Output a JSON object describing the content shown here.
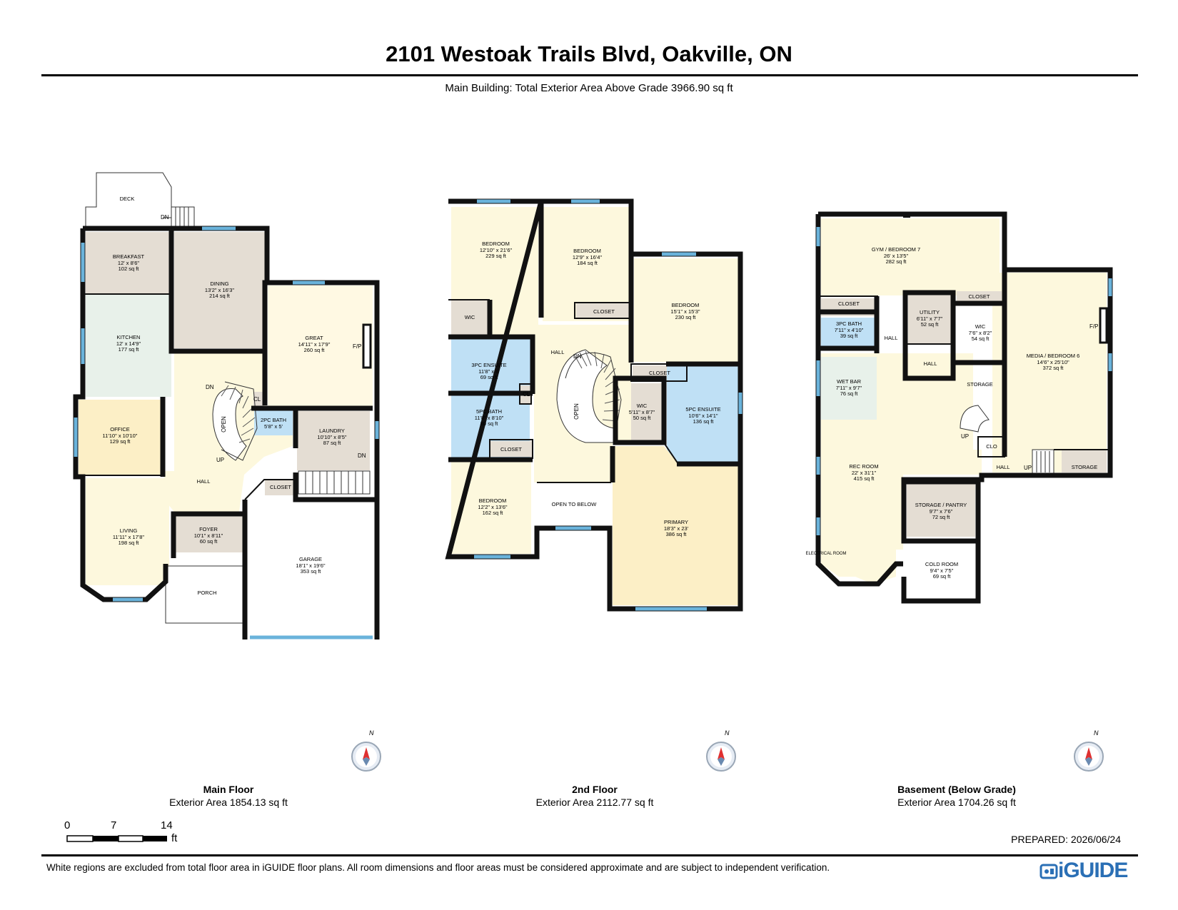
{
  "header": {
    "title": "2101 Westoak Trails Blvd, Oakville, ON",
    "subtitle": "Main Building: Total Exterior Area Above Grade 3966.90 sq ft"
  },
  "colors": {
    "beige": "#fdf8dd",
    "taupe": "#e4ddd3",
    "green": "#e8f1ea",
    "orange": "#fcefc6",
    "blue": "#bfe0f5",
    "cream": "#fff9e3",
    "closet": "#e4ddd3",
    "window": "#6ab3db",
    "wall": "#111111",
    "compass_red": "#e03030"
  },
  "floors": [
    {
      "name": "Main Floor",
      "area": "Exterior Area 1854.13 sq ft",
      "rooms": [
        {
          "name": "DECK",
          "dims": "",
          "area": ""
        },
        {
          "name": "BREAKFAST",
          "dims": "12' x 8'6\"",
          "area": "102 sq ft"
        },
        {
          "name": "DINING",
          "dims": "13'2\" x 16'3\"",
          "area": "214 sq ft"
        },
        {
          "name": "KITCHEN",
          "dims": "12' x 14'9\"",
          "area": "177 sq ft"
        },
        {
          "name": "GREAT",
          "dims": "14'11\" x 17'9\"",
          "area": "260 sq ft"
        },
        {
          "name": "OFFICE",
          "dims": "11'10\" x 10'10\"",
          "area": "129 sq ft"
        },
        {
          "name": "2PC BATH",
          "dims": "5'8\" x 5'",
          "area": ""
        },
        {
          "name": "LAUNDRY",
          "dims": "10'10\" x 8'5\"",
          "area": "87 sq ft"
        },
        {
          "name": "HALL",
          "dims": "",
          "area": ""
        },
        {
          "name": "CLOSET",
          "dims": "",
          "area": ""
        },
        {
          "name": "LIVING",
          "dims": "11'11\" x 17'8\"",
          "area": "198 sq ft"
        },
        {
          "name": "FOYER",
          "dims": "10'1\" x 8'11\"",
          "area": "60 sq ft"
        },
        {
          "name": "PORCH",
          "dims": "",
          "area": ""
        },
        {
          "name": "GARAGE",
          "dims": "18'1\" x 19'6\"",
          "area": "353 sq ft"
        }
      ],
      "labels": [
        "DN",
        "DN",
        "UP",
        "OPEN",
        "CL",
        "F/P",
        "DN"
      ]
    },
    {
      "name": "2nd Floor",
      "area": "Exterior Area 2112.77 sq ft",
      "rooms": [
        {
          "name": "BEDROOM",
          "dims": "12'10\" x 21'6\"",
          "area": "229 sq ft"
        },
        {
          "name": "BEDROOM",
          "dims": "12'9\" x 16'4\"",
          "area": "184 sq ft"
        },
        {
          "name": "BEDROOM",
          "dims": "15'1\" x 15'3\"",
          "area": "230 sq ft"
        },
        {
          "name": "WIC",
          "dims": "",
          "area": ""
        },
        {
          "name": "CLOSET",
          "dims": "",
          "area": ""
        },
        {
          "name": "HALL",
          "dims": "",
          "area": ""
        },
        {
          "name": "3PC ENSUITE",
          "dims": "11'8\" x 6'",
          "area": "69 sq ft"
        },
        {
          "name": "CLOSET",
          "dims": "",
          "area": ""
        },
        {
          "name": "5PC BATH",
          "dims": "11'8\" x 8'10\"",
          "area": "80 sq ft"
        },
        {
          "name": "WIC",
          "dims": "5'11\" x 8'7\"",
          "area": "50 sq ft"
        },
        {
          "name": "5PC ENSUITE",
          "dims": "10'6\" x 14'1\"",
          "area": "136 sq ft"
        },
        {
          "name": "CLOSET",
          "dims": "",
          "area": ""
        },
        {
          "name": "BEDROOM",
          "dims": "12'2\" x 13'6\"",
          "area": "162 sq ft"
        },
        {
          "name": "OPEN TO BELOW",
          "dims": "",
          "area": ""
        },
        {
          "name": "PRIMARY",
          "dims": "18'3\" x 23'",
          "area": "386 sq ft"
        }
      ],
      "labels": [
        "DN",
        "OPEN",
        "CL"
      ]
    },
    {
      "name": "Basement (Below Grade)",
      "area": "Exterior Area 1704.26 sq ft",
      "rooms": [
        {
          "name": "GYM / BEDROOM 7",
          "dims": "26' x 13'5\"",
          "area": "282 sq ft"
        },
        {
          "name": "CLOSET",
          "dims": "",
          "area": ""
        },
        {
          "name": "UTILITY",
          "dims": "6'11\" x 7'7\"",
          "area": "52 sq ft"
        },
        {
          "name": "CLOSET",
          "dims": "",
          "area": ""
        },
        {
          "name": "WIC",
          "dims": "7'6\" x 8'2\"",
          "area": "54 sq ft"
        },
        {
          "name": "3PC BATH",
          "dims": "7'11\" x 4'10\"",
          "area": "39 sq ft"
        },
        {
          "name": "HALL",
          "dims": "",
          "area": ""
        },
        {
          "name": "HALL",
          "dims": "",
          "area": ""
        },
        {
          "name": "STORAGE",
          "dims": "",
          "area": ""
        },
        {
          "name": "MEDIA / BEDROOM 6",
          "dims": "14'6\" x 25'10\"",
          "area": "372 sq ft"
        },
        {
          "name": "WET BAR",
          "dims": "7'11\" x 9'7\"",
          "area": "76 sq ft"
        },
        {
          "name": "REC ROOM",
          "dims": "22' x 31'1\"",
          "area": "415 sq ft"
        },
        {
          "name": "CLO",
          "dims": "",
          "area": ""
        },
        {
          "name": "HALL",
          "dims": "",
          "area": ""
        },
        {
          "name": "STORAGE",
          "dims": "",
          "area": ""
        },
        {
          "name": "STORAGE / PANTRY",
          "dims": "9'7\" x 7'6\"",
          "area": "72 sq ft"
        },
        {
          "name": "COLD ROOM",
          "dims": "9'4\" x 7'5\"",
          "area": "69 sq ft"
        },
        {
          "name": "ELECTRICAL ROOM",
          "dims": "",
          "area": ""
        }
      ],
      "labels": [
        "UP",
        "UP",
        "F/P"
      ]
    }
  ],
  "compass_label": "N",
  "scale": {
    "ticks": [
      "0",
      "7",
      "14"
    ],
    "unit": "ft"
  },
  "prepared": "PREPARED: 2026/06/24",
  "disclaimer": "White regions are excluded from total floor area in iGUIDE floor plans. All room dimensions and floor areas must be considered approximate and are subject to independent verification.",
  "logo": "iGUIDE"
}
